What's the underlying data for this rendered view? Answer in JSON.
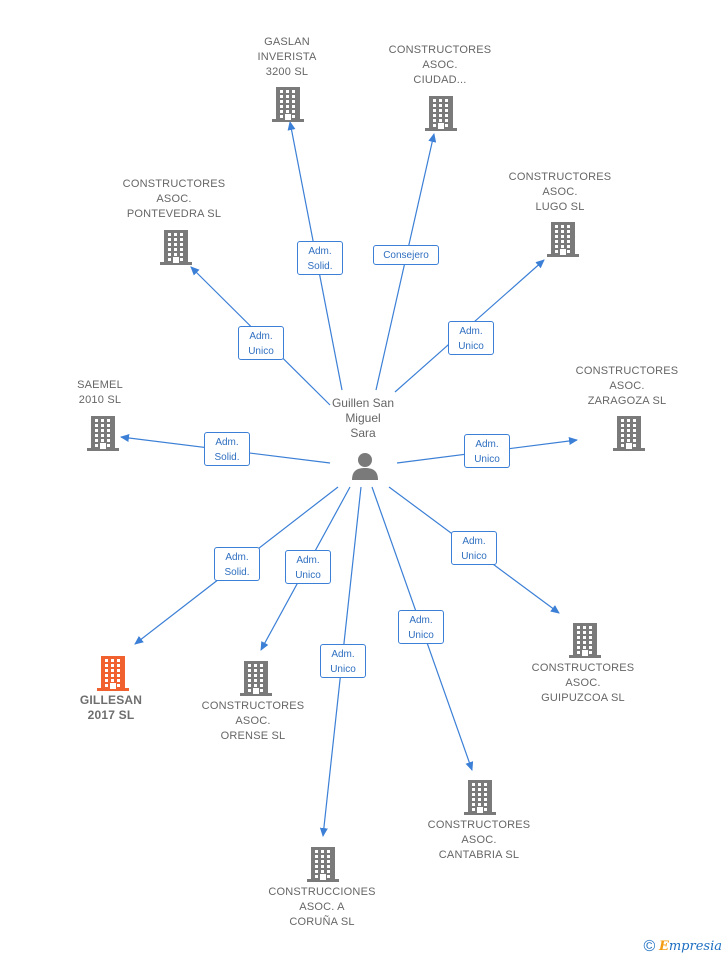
{
  "center": {
    "name": "Guillen San\nMiguel\nSara",
    "icon": "person-icon"
  },
  "colors": {
    "edge": "#3b7fd6",
    "building": "#7a7a7a",
    "building_highlight": "#f0612f",
    "label": "#666666"
  },
  "companies": [
    {
      "id": "gaslan",
      "name": "GASLAN\nINVERISTA\n3200  SL",
      "role": "Adm.\nSolid.",
      "highlight": false
    },
    {
      "id": "ciudad",
      "name": "CONSTRUCTORES\nASOC.\nCIUDAD...",
      "role": "Consejero",
      "highlight": false
    },
    {
      "id": "lugo",
      "name": "CONSTRUCTORES\nASOC.\nLUGO SL",
      "role": "Adm.\nUnico",
      "highlight": false
    },
    {
      "id": "pontevedra",
      "name": "CONSTRUCTORES\nASOC.\nPONTEVEDRA SL",
      "role": "Adm.\nUnico",
      "highlight": false
    },
    {
      "id": "zaragoza",
      "name": "CONSTRUCTORES\nASOC.\nZARAGOZA SL",
      "role": "Adm.\nUnico",
      "highlight": false
    },
    {
      "id": "saemel",
      "name": "SAEMEL\n2010 SL",
      "role": "Adm.\nSolid.",
      "highlight": false
    },
    {
      "id": "guipuzcoa",
      "name": "CONSTRUCTORES\nASOC.\nGUIPUZCOA SL",
      "role": "Adm.\nUnico",
      "highlight": false
    },
    {
      "id": "gillesan",
      "name": "GILLESAN\n2017  SL",
      "role": "Adm.\nSolid.",
      "highlight": true
    },
    {
      "id": "orense",
      "name": "CONSTRUCTORES\nASOC.\nORENSE SL",
      "role": "Adm.\nUnico",
      "highlight": false
    },
    {
      "id": "cantabria",
      "name": "CONSTRUCTORES\nASOC.\nCANTABRIA SL",
      "role": "Adm.\nUnico",
      "highlight": false
    },
    {
      "id": "coruna",
      "name": "CONSTRUCCIONES\nASOC.  A\nCORUÑA SL",
      "role": "Adm.\nUnico",
      "highlight": false
    }
  ],
  "footer": {
    "copyright": "©",
    "brand_initial": "E",
    "brand_rest": "mpresia"
  }
}
